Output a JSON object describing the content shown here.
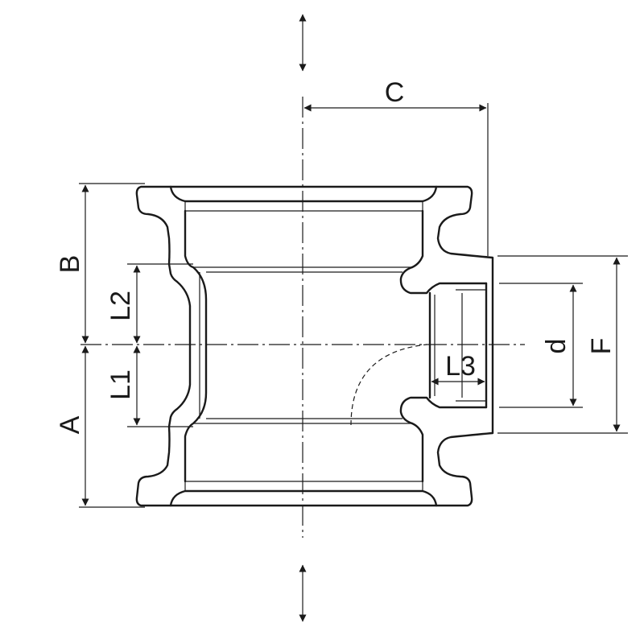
{
  "diagram": {
    "dimensions": {
      "A": "A",
      "B": "B",
      "C": "C",
      "F": "F",
      "d": "d",
      "L1": "L1",
      "L2": "L2",
      "L3": "L3"
    },
    "colors": {
      "line": "#1a1a1a",
      "background": "#ffffff"
    }
  }
}
